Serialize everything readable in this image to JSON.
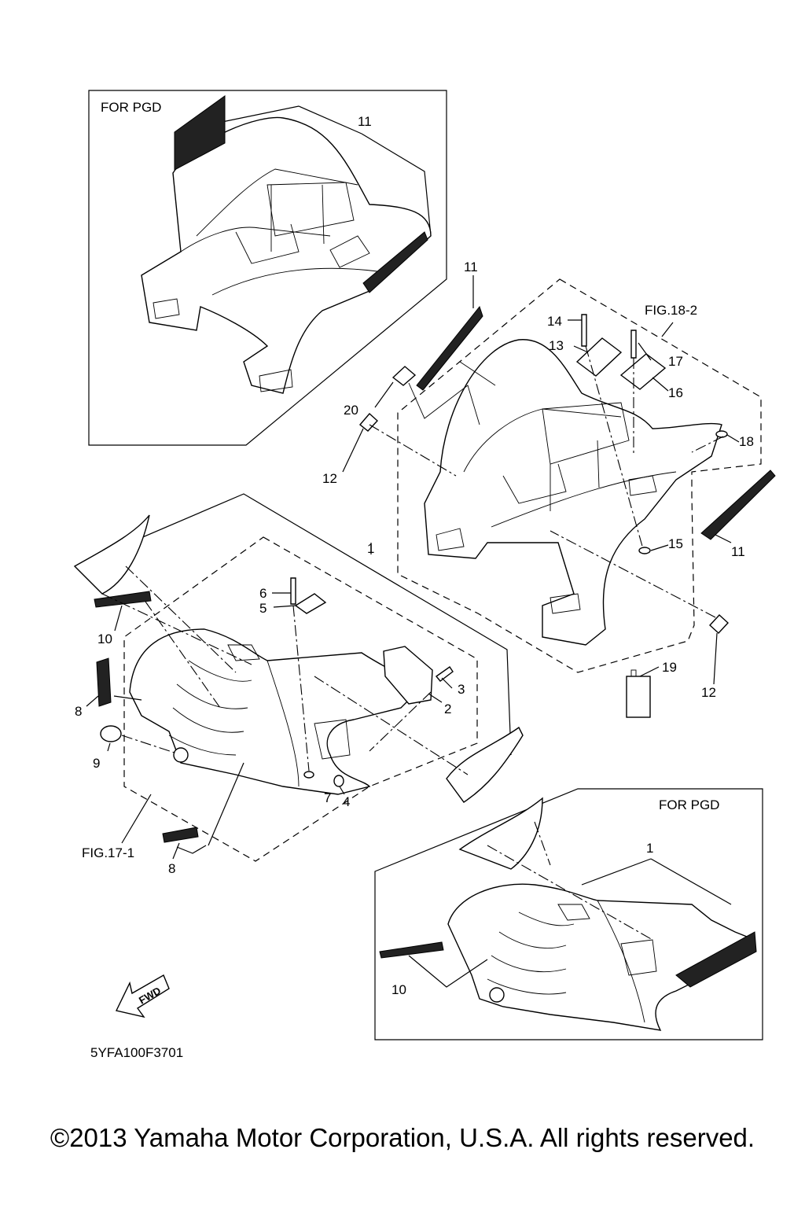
{
  "panel_top": {
    "tag": "FOR  PGD",
    "callout": "11"
  },
  "panel_bottom": {
    "tag": "FOR  PGD",
    "callouts": [
      "1",
      "10"
    ]
  },
  "fig_refs": {
    "rear": "FIG.18-2",
    "front": "FIG.17-1"
  },
  "callouts": {
    "c1": "1",
    "c2": "2",
    "c3": "3",
    "c4": "4",
    "c5": "5",
    "c6": "6",
    "c7": "7",
    "c8a": "8",
    "c8b": "8",
    "c9": "9",
    "c10": "10",
    "c11a": "11",
    "c11b": "11",
    "c12a": "12",
    "c12b": "12",
    "c13": "13",
    "c14": "14",
    "c15": "15",
    "c16": "16",
    "c17": "17",
    "c18": "18",
    "c19": "19",
    "c20": "20"
  },
  "fwd_arrow": "FWD",
  "drawing_code": "5YFA100F3701",
  "copyright": "©2013 Yamaha Motor Corporation, U.S.A. All rights reserved."
}
